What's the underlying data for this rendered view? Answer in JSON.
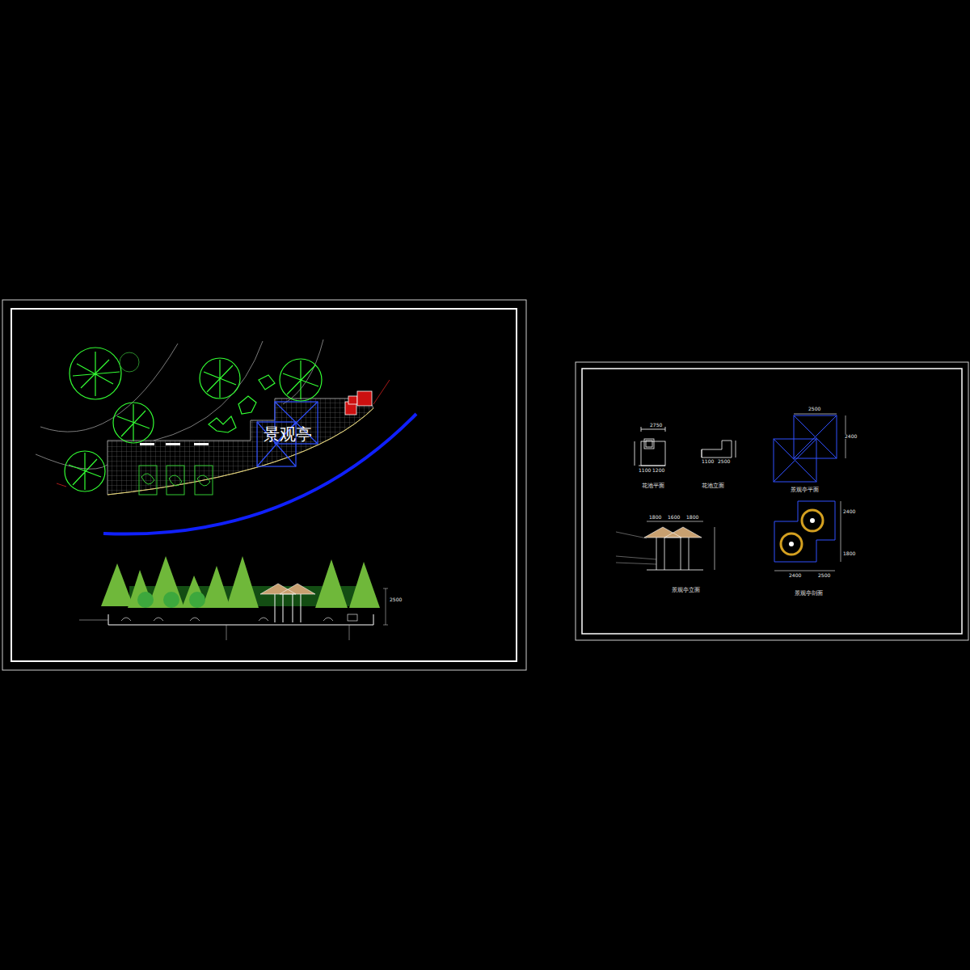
{
  "diagram": {
    "nodes": [
      {
        "text": [
          "景观亭"
        ]
      }
    ],
    "edges": [],
    "labels": [
      "花池平面",
      "花池立面",
      "景观亭平面",
      "景观亭立面",
      "景观亭剖面",
      "2750",
      "1100",
      "1200",
      "1100",
      "2500",
      "2500",
      "2400",
      "1800",
      "1600",
      "1800",
      "2400",
      "1800",
      "2400",
      "2500",
      "2500"
    ]
  }
}
